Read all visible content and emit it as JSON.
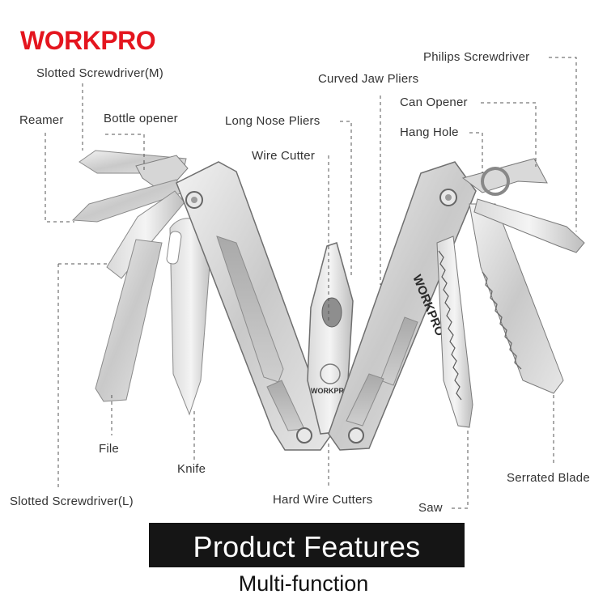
{
  "brand": {
    "name": "WORKPRO",
    "color": "#e4151e"
  },
  "banner": {
    "title": "Product Features",
    "subtitle": "Multi-function"
  },
  "product_imprint": "WORKPRO",
  "callouts": {
    "slotted_m": "Slotted Screwdriver(M)",
    "reamer": "Reamer",
    "bottle_opener": "Bottle opener",
    "long_nose": "Long Nose Pliers",
    "wire_cutter": "Wire Cutter",
    "curved_jaw": "Curved Jaw Pliers",
    "philips": "Philips Screwdriver",
    "can_opener": "Can Opener",
    "hang_hole": "Hang Hole",
    "file": "File",
    "knife": "Knife",
    "slotted_l": "Slotted Screwdriver(L)",
    "hard_wire": "Hard Wire Cutters",
    "saw": "Saw",
    "serrated": "Serrated Blade"
  }
}
